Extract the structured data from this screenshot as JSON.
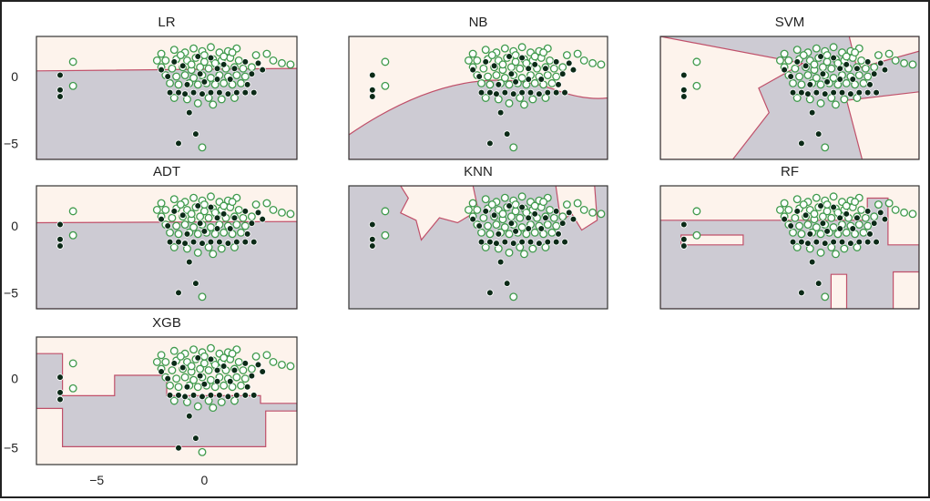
{
  "figure": {
    "colors": {
      "region_a": "#fdf3ec",
      "region_b": "#cdcbd3",
      "boundary": "#c0506a",
      "point_class0": "#0b2a17",
      "point_class1_fill": "#ffffff",
      "point_class1_edge": "#3f9a4c",
      "axes_border": "#333333"
    },
    "ytick_labels": [
      "0",
      "−5"
    ],
    "xtick_labels": [
      "−5",
      "0"
    ]
  },
  "chart_data": [
    {
      "type": "scatter",
      "title": "LR",
      "xlim": [
        -7.8,
        4.3
      ],
      "ylim": [
        -6.2,
        3.0
      ],
      "boundary_style": "linear"
    },
    {
      "type": "scatter",
      "title": "NB",
      "xlim": [
        -7.8,
        4.3
      ],
      "ylim": [
        -6.2,
        3.0
      ],
      "boundary_style": "curved"
    },
    {
      "type": "scatter",
      "title": "SVM",
      "xlim": [
        -7.8,
        4.3
      ],
      "ylim": [
        -6.2,
        3.0
      ],
      "boundary_style": "radial"
    },
    {
      "type": "scatter",
      "title": "ADT",
      "xlim": [
        -7.8,
        4.3
      ],
      "ylim": [
        -6.2,
        3.0
      ],
      "boundary_style": "linear"
    },
    {
      "type": "scatter",
      "title": "KNN",
      "xlim": [
        -7.8,
        4.3
      ],
      "ylim": [
        -6.2,
        3.0
      ],
      "boundary_style": "jagged"
    },
    {
      "type": "scatter",
      "title": "RF",
      "xlim": [
        -7.8,
        4.3
      ],
      "ylim": [
        -6.2,
        3.0
      ],
      "boundary_style": "axis-aligned"
    },
    {
      "type": "scatter",
      "title": "XGB",
      "xlim": [
        -7.8,
        4.3
      ],
      "ylim": [
        -6.2,
        3.0
      ],
      "boundary_style": "axis-aligned"
    }
  ],
  "points": {
    "class0": [
      [
        -6.7,
        0.1
      ],
      [
        -6.7,
        -1.0
      ],
      [
        -6.7,
        -1.5
      ],
      [
        -2.0,
        0.5
      ],
      [
        -1.6,
        -1.2
      ],
      [
        -1.2,
        -1.2
      ],
      [
        -0.9,
        -1.3
      ],
      [
        -0.5,
        -1.2
      ],
      [
        -0.1,
        -1.3
      ],
      [
        0.3,
        -1.2
      ],
      [
        0.7,
        -1.2
      ],
      [
        1.1,
        -1.3
      ],
      [
        1.5,
        -1.2
      ],
      [
        1.9,
        -1.2
      ],
      [
        2.3,
        -1.2
      ],
      [
        -0.8,
        -0.6
      ],
      [
        0.0,
        -0.4
      ],
      [
        0.6,
        -0.2
      ],
      [
        0.9,
        0.9
      ],
      [
        1.4,
        0.6
      ],
      [
        1.9,
        1.1
      ],
      [
        2.2,
        0.2
      ],
      [
        2.5,
        1.0
      ],
      [
        -0.7,
        -2.7
      ],
      [
        -1.2,
        -5.0
      ],
      [
        -0.4,
        -4.3
      ],
      [
        -1.4,
        1.1
      ],
      [
        0.3,
        1.4
      ],
      [
        -0.3,
        1.5
      ],
      [
        2.0,
        -0.6
      ],
      [
        2.7,
        0.5
      ],
      [
        1.2,
        -0.2
      ],
      [
        -0.2,
        0.2
      ],
      [
        -1.7,
        0.0
      ],
      [
        -1.0,
        0.8
      ],
      [
        0.6,
        0.6
      ]
    ],
    "class1": [
      [
        -6.1,
        1.1
      ],
      [
        -6.1,
        -0.7
      ],
      [
        -2.0,
        1.7
      ],
      [
        -1.4,
        2.0
      ],
      [
        -0.9,
        1.8
      ],
      [
        -0.5,
        2.1
      ],
      [
        -0.1,
        1.9
      ],
      [
        0.3,
        2.2
      ],
      [
        0.7,
        1.8
      ],
      [
        1.1,
        1.9
      ],
      [
        1.5,
        2.1
      ],
      [
        -1.8,
        1.2
      ],
      [
        -1.3,
        1.3
      ],
      [
        -0.8,
        1.2
      ],
      [
        -0.4,
        1.4
      ],
      [
        0.0,
        1.1
      ],
      [
        0.4,
        1.3
      ],
      [
        0.8,
        1.2
      ],
      [
        1.2,
        1.4
      ],
      [
        1.6,
        1.2
      ],
      [
        -2.0,
        0.7
      ],
      [
        -1.5,
        0.6
      ],
      [
        -1.0,
        0.7
      ],
      [
        -0.6,
        0.5
      ],
      [
        -0.2,
        0.7
      ],
      [
        0.2,
        0.6
      ],
      [
        0.6,
        0.8
      ],
      [
        1.0,
        0.6
      ],
      [
        1.4,
        0.7
      ],
      [
        1.8,
        0.6
      ],
      [
        -1.8,
        0.1
      ],
      [
        -1.3,
        0.0
      ],
      [
        -0.9,
        0.1
      ],
      [
        -0.5,
        -0.1
      ],
      [
        -0.1,
        0.1
      ],
      [
        0.3,
        -0.1
      ],
      [
        0.7,
        0.1
      ],
      [
        1.1,
        0.0
      ],
      [
        1.5,
        0.1
      ],
      [
        1.9,
        0.0
      ],
      [
        -1.6,
        -0.5
      ],
      [
        -1.2,
        -0.6
      ],
      [
        -0.7,
        -0.5
      ],
      [
        -0.3,
        -0.6
      ],
      [
        0.1,
        -0.5
      ],
      [
        0.5,
        -0.6
      ],
      [
        0.9,
        -0.5
      ],
      [
        1.3,
        -0.6
      ],
      [
        1.7,
        -0.5
      ],
      [
        -1.4,
        -1.6
      ],
      [
        -0.8,
        -1.7
      ],
      [
        0.2,
        -1.6
      ],
      [
        0.8,
        -1.7
      ],
      [
        1.4,
        -1.6
      ],
      [
        -0.3,
        -2.0
      ],
      [
        0.4,
        -2.1
      ],
      [
        2.9,
        1.7
      ],
      [
        3.2,
        1.2
      ],
      [
        3.6,
        1.0
      ],
      [
        4.0,
        0.9
      ],
      [
        2.4,
        1.6
      ],
      [
        -1.1,
        1.6
      ],
      [
        0.0,
        1.6
      ],
      [
        0.9,
        1.5
      ],
      [
        -0.1,
        -5.3
      ],
      [
        2.2,
        0.7
      ],
      [
        -2.2,
        1.2
      ],
      [
        1.3,
        1.8
      ],
      [
        -0.6,
        0.9
      ],
      [
        0.5,
        1.0
      ]
    ]
  }
}
